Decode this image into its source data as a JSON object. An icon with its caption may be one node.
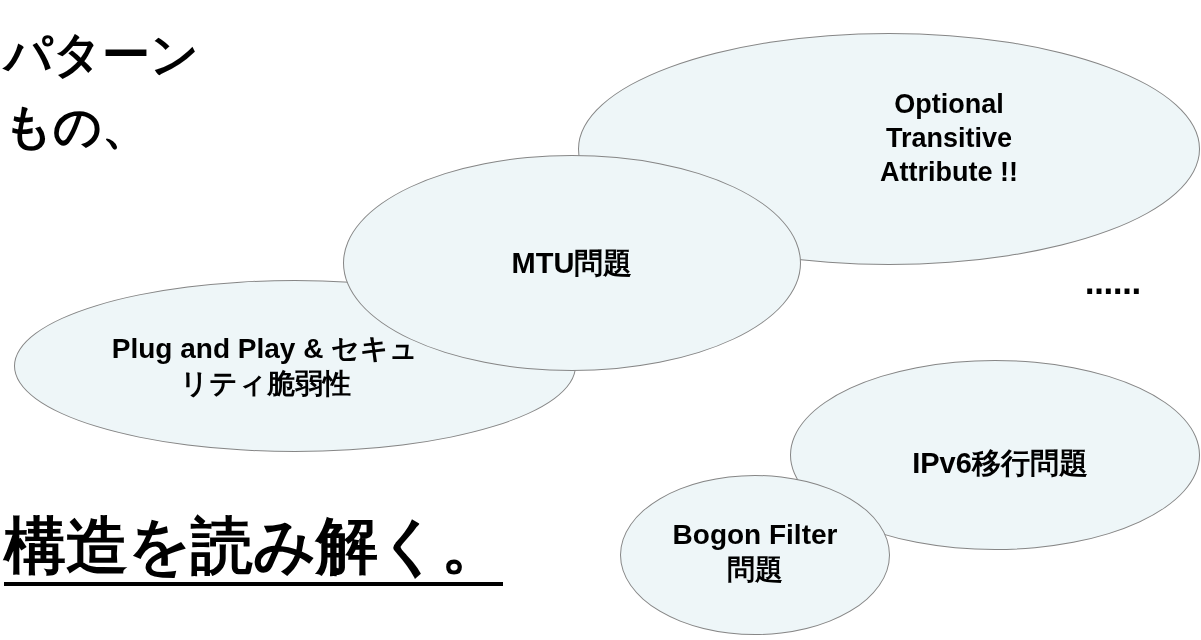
{
  "diagram": {
    "nodes": [
      {
        "text": [
          "Optional Transitive Attribute !!"
        ]
      },
      {
        "text": [
          "Plug and Play & セキュリティ脆弱性"
        ]
      },
      {
        "text": [
          "MTU問題"
        ]
      },
      {
        "text": [
          "IPv6移行問題"
        ]
      },
      {
        "text": [
          "Bogon Filter 問題"
        ]
      }
    ],
    "labels": [
      "パターン",
      "もの、",
      "……",
      "構造を読み解く。"
    ]
  }
}
